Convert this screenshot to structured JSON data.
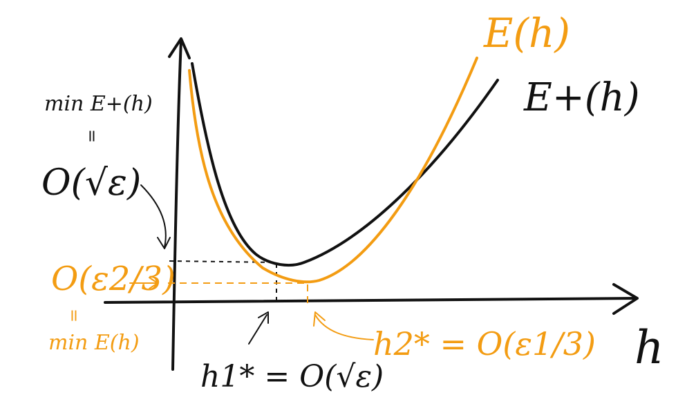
{
  "colors": {
    "E": "#f39c12",
    "E_plus": "#111111",
    "background": "#ffffff"
  },
  "labels": {
    "x_axis": "h",
    "curve_E": "E(h)",
    "curve_E_plus": "E+(h)",
    "min_E_plus": "min E+(h)",
    "equals_black": "=",
    "order_sqrt_eps": "O(√ε)",
    "order_eps_23": "O(ε2/3)",
    "equals_orange": "=",
    "min_E": "min E(h)",
    "h1_star": "h1* = O(√ε)",
    "h2_star": "h2* = O(ε1/3)"
  }
}
